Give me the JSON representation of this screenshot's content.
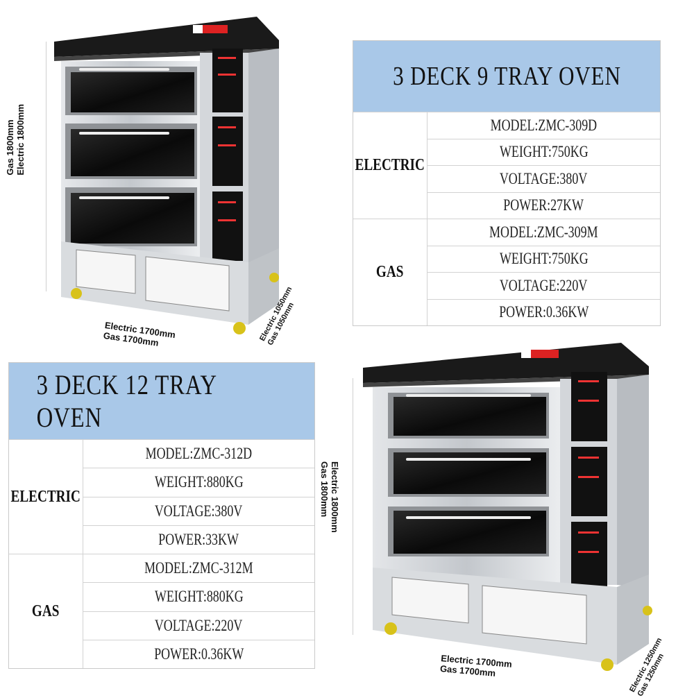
{
  "ovens": [
    {
      "title": "3 DECK 9 TRAY OVEN",
      "electric_label": "ELECTRIC",
      "gas_label": "GAS",
      "electric": [
        "MODEL:ZMC-309D",
        "WEIGHT:750KG",
        "VOLTAGE:380V",
        "POWER:27KW"
      ],
      "gas": [
        "MODEL:ZMC-309M",
        "WEIGHT:750KG",
        "VOLTAGE:220V",
        "POWER:0.36KW"
      ],
      "dims": {
        "height": [
          "Gas 1800mm",
          "Electric 1800mm"
        ],
        "width": [
          "Electric 1700mm",
          "Gas 1700mm"
        ],
        "depth": [
          "Electric 1050mm",
          "Gas 1050mm"
        ]
      }
    },
    {
      "title": "3 DECK 12 TRAY OVEN",
      "electric_label": "ELECTRIC",
      "gas_label": "GAS",
      "electric": [
        "MODEL:ZMC-312D",
        "WEIGHT:880KG",
        "VOLTAGE:380V",
        "POWER:33KW"
      ],
      "gas": [
        "MODEL:ZMC-312M",
        "WEIGHT:880KG",
        "VOLTAGE:220V",
        "POWER:0.36KW"
      ],
      "dims": {
        "height": [
          "Electric 1800mm",
          "Gas  1800mm"
        ],
        "width": [
          "Electric 1700mm",
          "Gas 1700mm"
        ],
        "depth": [
          "Electric 1250mm",
          "Gas 1250mm"
        ]
      }
    }
  ],
  "colors": {
    "header_bg": "#a9c8e8",
    "steel": "#c8cbd0",
    "glass": "#111111",
    "caster": "#d8c21a"
  },
  "icons": [
    "oven-illustration",
    "control-panel-icon",
    "caster-wheel-icon"
  ]
}
